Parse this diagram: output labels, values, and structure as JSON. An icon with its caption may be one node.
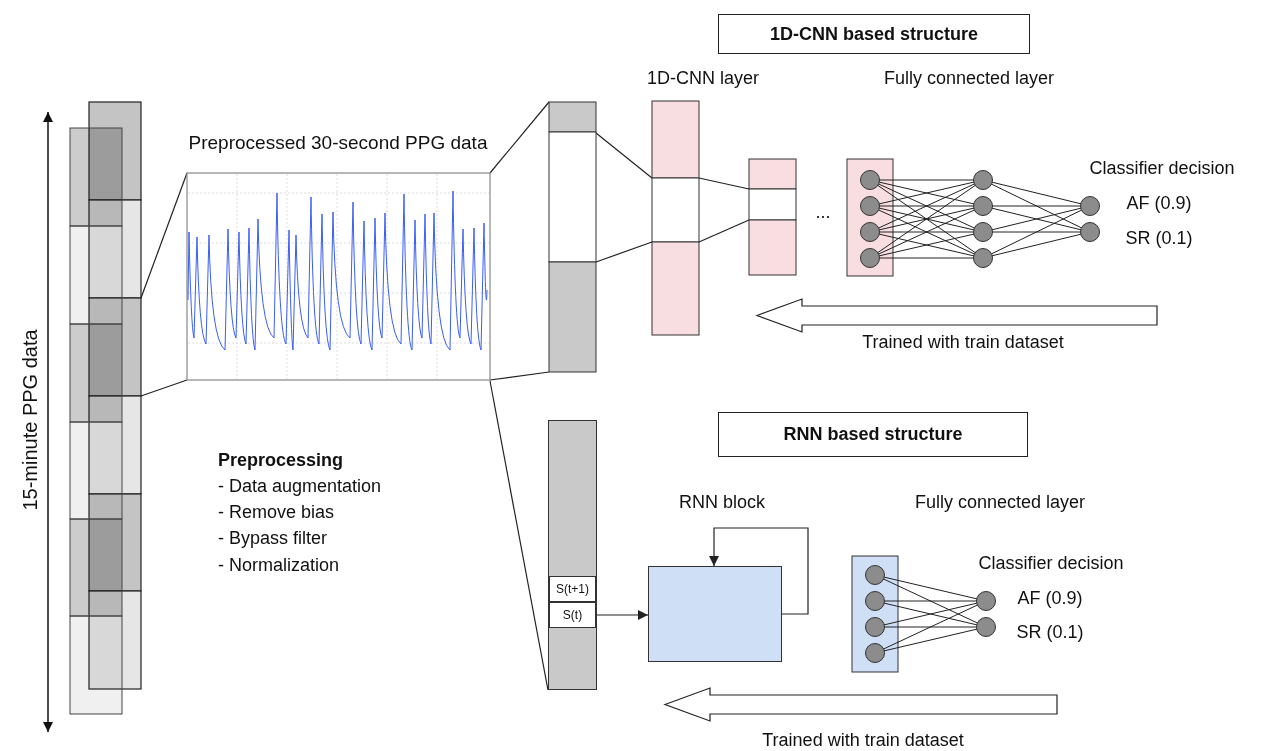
{
  "diagram": {
    "nodes": [
      {
        "text": [
          "1D-CNN based structure"
        ]
      },
      {
        "text": [
          "RNN based structure"
        ]
      },
      {
        "text": [],
        "shape": "bar"
      },
      {
        "text": [
          "S(t+1)"
        ],
        "in": 2
      },
      {
        "text": [
          "S(t)"
        ],
        "in": 2
      },
      {
        "text": [],
        "shape": "box"
      },
      {
        "text": [],
        "shape": "bar"
      },
      {
        "text": [],
        "shape": "picture"
      },
      {
        "text": [],
        "shape": "bar"
      },
      {
        "text": [],
        "shape": "bar"
      },
      {
        "text": [],
        "shape": "bar"
      }
    ],
    "edges": [
      {
        "from": 4,
        "to": 5,
        "arrow": "to"
      },
      {
        "from": 5,
        "to": 5,
        "arrow": "to"
      },
      {
        "from": 6,
        "to": 7,
        "arrow": "none"
      },
      {
        "from": 6,
        "to": 7,
        "arrow": "none"
      },
      {
        "from": 7,
        "to": 8,
        "arrow": "none"
      },
      {
        "from": 7,
        "to": 8,
        "arrow": "none"
      },
      {
        "from": 7,
        "to": 2,
        "arrow": "none"
      },
      {
        "from": 8,
        "to": 9,
        "arrow": "none"
      },
      {
        "from": 8,
        "to": 9,
        "arrow": "none"
      },
      {
        "from": 9,
        "to": 10,
        "arrow": "none"
      },
      {
        "from": 9,
        "to": 10,
        "arrow": "none"
      }
    ],
    "labels": [
      "1D-CNN layer",
      "Fully connected layer",
      "Preprocessed 30-second PPG data",
      "Classifier decision",
      "AF (0.9)",
      "SR (0.1)",
      "...",
      "Trained with train dataset",
      "15-minute PPG data",
      "Preprocessing",
      "- Data augmentation",
      "- Remove bias",
      "- Bypass filter",
      "- Normalization",
      "RNN block",
      "Fully connected layer",
      "Classifier decision",
      "AF (0.9)",
      "SR (0.1)",
      "Trained with train dataset"
    ]
  }
}
